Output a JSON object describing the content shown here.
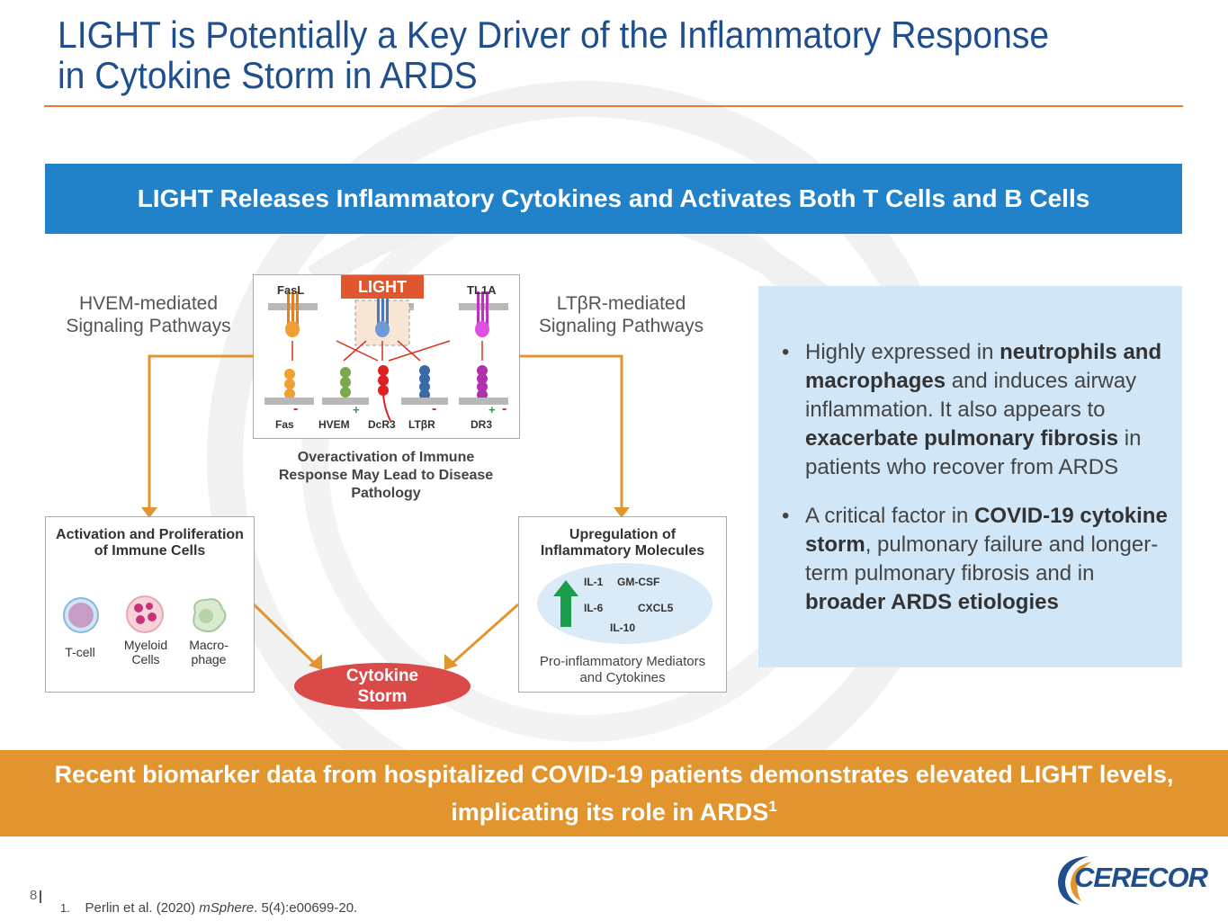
{
  "slide": {
    "title_line1": "LIGHT is Potentially a Key Driver of the Inflammatory Response",
    "title_line2": "in Cytokine Storm in ARDS",
    "banner": "LIGHT Releases Inflammatory Cytokines and Activates Both T Cells and B Cells"
  },
  "diagram": {
    "left_label_line1": "HVEM-mediated",
    "left_label_line2": "Signaling Pathways",
    "right_label_line1": "LTβR-mediated",
    "right_label_line2": "Signaling Pathways",
    "ligands": [
      "FasL",
      "LIGHT",
      "TL1A"
    ],
    "receptors": [
      "Fas",
      "HVEM",
      "DcR3",
      "LTβR",
      "DR3"
    ],
    "caption_line1": "Overactivation of Immune",
    "caption_line2": "Response May Lead to Disease",
    "caption_line3": "Pathology",
    "signs": {
      "minus": "-",
      "plus": "+"
    }
  },
  "left_panel": {
    "title_line1": "Activation and Proliferation",
    "title_line2": "of Immune Cells",
    "cells": [
      {
        "line1": "T-cell",
        "line2": ""
      },
      {
        "line1": "Myeloid",
        "line2": "Cells"
      },
      {
        "line1": "Macro-",
        "line2": "phage"
      }
    ]
  },
  "right_panel": {
    "title_line1": "Upregulation of",
    "title_line2": "Inflammatory Molecules",
    "molecules": [
      "IL-1",
      "GM-CSF",
      "IL-6",
      "CXCL5",
      "IL-10"
    ],
    "footer_line1": "Pro-inflammatory Mediators",
    "footer_line2": "and Cytokines"
  },
  "storm": {
    "line1": "Cytokine",
    "line2": "Storm"
  },
  "info": {
    "bullet1": [
      {
        "t": "Highly expressed in ",
        "b": false
      },
      {
        "t": "neutrophils and macrophages",
        "b": true
      },
      {
        "t": " and induces airway inflammation. It also appears to ",
        "b": false
      },
      {
        "t": "exacerbate pulmonary fibrosis",
        "b": true
      },
      {
        "t": " in patients who recover from ARDS",
        "b": false
      }
    ],
    "bullet2": [
      {
        "t": "A critical factor in ",
        "b": false
      },
      {
        "t": "COVID-19 cytokine storm",
        "b": true
      },
      {
        "t": ", pulmonary failure and longer-term pulmonary fibrosis and in ",
        "b": false
      },
      {
        "t": "broader ARDS etiologies",
        "b": true
      }
    ]
  },
  "bottom_banner": {
    "line1": "Recent biomarker data from hospitalized COVID-19 patients demonstrates elevated LIGHT levels,",
    "line2": "implicating its role in ARDS",
    "superscript": "1"
  },
  "footer": {
    "page_number": "8",
    "footnote_num": "1.",
    "footnote_pre": "Perlin et al. (2020) ",
    "footnote_journal": "mSphere",
    "footnote_post": ". 5(4):e00699-20.",
    "logo_text": "CERECOR"
  },
  "colors": {
    "title": "#1f4e8c",
    "banner": "#2181c9",
    "accent_orange": "#e2952e",
    "storm_red": "#d94a49",
    "info_bg": "#d1e7f8",
    "arrow_green": "#1a9e4a"
  },
  "icons": [
    "up-arrow-icon",
    "t-cell-icon",
    "myeloid-cell-icon",
    "macrophage-icon",
    "logo-swoosh-icon"
  ]
}
